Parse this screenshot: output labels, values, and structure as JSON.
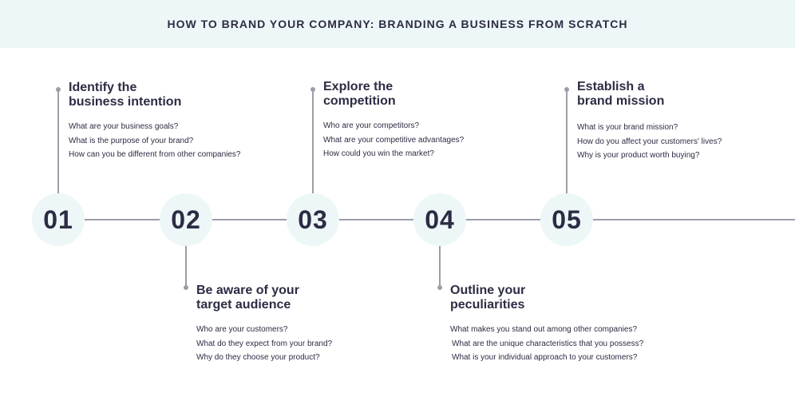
{
  "header": {
    "title": "HOW TO BRAND YOUR COMPANY: BRANDING A BUSINESS FROM SCRATCH"
  },
  "steps": [
    {
      "number": "01",
      "title_line1": "Identify the",
      "title_line2": "business intention",
      "questions": [
        "What are your business goals?",
        "What is the purpose of your brand?",
        "How can you be different from other companies?"
      ]
    },
    {
      "number": "02",
      "title_line1": "Be aware of your",
      "title_line2": "target audience",
      "questions": [
        "Who are your customers?",
        "What do they expect from your brand?",
        "Why do they choose your product?"
      ]
    },
    {
      "number": "03",
      "title_line1": "Explore the",
      "title_line2": "competition",
      "questions": [
        "Who are your competitors?",
        "What are your competitive advantages?",
        "How could you win the market?"
      ]
    },
    {
      "number": "04",
      "title_line1": "Outline your",
      "title_line2": "peculiarities",
      "questions": [
        "What makes you stand out among other companies?",
        "What are the unique characteristics that you possess?",
        "What is your individual approach to your customers?"
      ]
    },
    {
      "number": "05",
      "title_line1": "Establish a",
      "title_line2": "brand mission",
      "questions": [
        "What is your brand mission?",
        "How do you affect your customers' lives?",
        "Why is your product worth buying?"
      ]
    }
  ],
  "colors": {
    "accent_bg": "#eef7f7",
    "text": "#2c2c44",
    "line": "#9d9da8"
  }
}
